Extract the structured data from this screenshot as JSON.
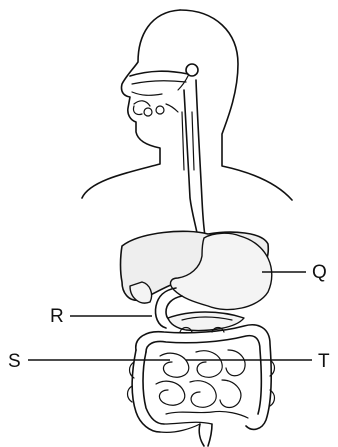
{
  "labels": {
    "Q": "Q",
    "R": "R",
    "S": "S",
    "T": "T"
  }
}
